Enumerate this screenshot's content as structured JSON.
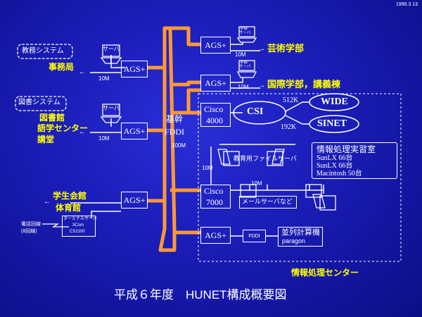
{
  "header": {
    "date": "1998.3.13"
  },
  "left": {
    "kyomu_system": "教務システム",
    "jimukyoku": "事務局",
    "tosho_system": "図書システム",
    "toshokan": "図書館",
    "gogaku_center": "語学センター",
    "kodo": "講堂",
    "gakusei_kaikan": "学生会館",
    "taiikukan": "体育館",
    "denwa_kaisen": "電話回線",
    "denwa_kaisen_count": "(8回線)",
    "terminal_server_line1": "ターミナルサーバ",
    "terminal_server_line2": "3Com",
    "terminal_server_line3": "CS2100"
  },
  "devices": {
    "ags": "AGS+",
    "server": "サーバ",
    "hokan_server_line1": "学部",
    "hokan_server_line2": "サーバ",
    "cisco_model_1": "4000",
    "cisco_model_2": "7000",
    "cisco": "Cisco",
    "fddi_small": "FDDI"
  },
  "backbone": {
    "label_top": "基幹",
    "label_bottom": "FDDI",
    "speed": "100M"
  },
  "speeds": {
    "m10": "10M",
    "k512": "512K",
    "k192": "192K"
  },
  "right": {
    "geijutsu": "芸術学部",
    "kokusai": "国際学部，講義棟",
    "csi": "CSI",
    "wide": "WIDE",
    "sinet": "SINET",
    "kyoikuyo_server": "教育用ファイルサーバ",
    "mail_server": "メールサーバなど",
    "heiretsu_line1": "並列計算機",
    "heiretsu_line2": "paragon",
    "jisshushitsu_title": "情報処理実習室",
    "jisshushitsu_line1": "SunLX 66台",
    "jisshushitsu_line2": "SunLX 66台",
    "jisshushitsu_line3": "Macintosh 50台",
    "joho_center": "情報処理センター"
  },
  "footer": {
    "title": "平成６年度　HUNET構成概要図"
  },
  "colors": {
    "backbone": "#ff9933",
    "label_yellow": "#ffff00",
    "line": "#ffffff",
    "background": "#1a1cb6"
  }
}
